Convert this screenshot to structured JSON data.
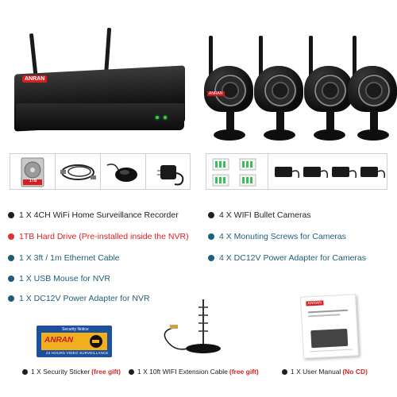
{
  "brand": {
    "logo_text": "ANRAN"
  },
  "colors": {
    "black_bullet": "#1f1f1f",
    "red_bullet": "#e03030",
    "blue_bullet": "#1f5e7a",
    "red_text": "#e02020",
    "blue_text": "#1f5e7a"
  },
  "items_left": [
    {
      "text": "1 X 4CH WiFi Home Surveillance Recorder",
      "style": "black"
    },
    {
      "text": "1TB Hard Drive (Pre-installed inside the NVR)",
      "style": "red"
    },
    {
      "text": "1 X 3ft / 1m Ethernet Cable",
      "style": "blue"
    },
    {
      "text": "1 X USB Mouse for NVR",
      "style": "blue"
    },
    {
      "text": "1 X DC12V Power Adapter for NVR",
      "style": "blue"
    }
  ],
  "items_right": [
    {
      "text": "4 X WIFI Bullet Cameras",
      "style": "black"
    },
    {
      "text": "4 X Monuting Screws for Cameras",
      "style": "blue"
    },
    {
      "text": "4 X DC12V Power Adapter for Cameras",
      "style": "blue"
    }
  ],
  "gifts": [
    {
      "text": "1 X Security Sticker",
      "note": "(free gift)"
    },
    {
      "text": "1 X 10ft WIFI Extension Cable",
      "note": "(free gift)"
    },
    {
      "text": "1 X User Manual",
      "note": "(No CD)"
    }
  ],
  "sticker": {
    "header": "Security Notice",
    "brand": "ANRAN",
    "footer": "24 HOURS VIDEO SURVEILLANCE"
  },
  "hdd_label": "1TB",
  "icons": {
    "hdd": "hard-drive-icon",
    "cable": "ethernet-cable-icon",
    "mouse": "usb-mouse-icon",
    "adapter": "power-adapter-icon",
    "screws": "mounting-screws-icon"
  }
}
